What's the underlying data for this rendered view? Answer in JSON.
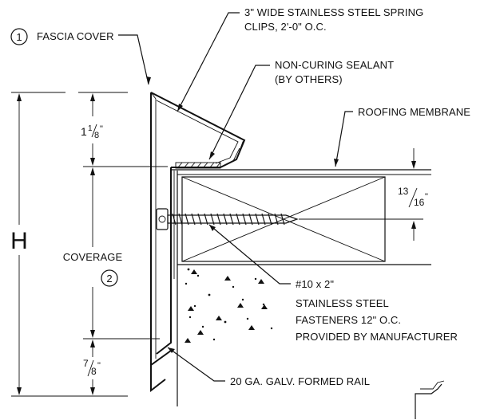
{
  "labels": {
    "callout_number_1": "1",
    "fascia_cover": "FASCIA COVER",
    "spring_clips_line1": "3\" WIDE STAINLESS STEEL SPRING",
    "spring_clips_line2": "CLIPS, 2'-0\" O.C.",
    "sealant_line1": "NON-CURING SEALANT",
    "sealant_line2": "(BY OTHERS)",
    "roofing_membrane": "ROOFING MEMBRANE",
    "dim_top_whole": "1",
    "dim_top_num": "1",
    "dim_top_den": "8",
    "dim_right_num": "13",
    "dim_right_den": "16",
    "dim_bottom_num": "7",
    "dim_bottom_den": "8",
    "inch_mark": "\"",
    "height_label": "H",
    "coverage": "COVERAGE",
    "callout_number_2": "2",
    "fastener_line1": "#10 x 2\"",
    "fastener_line2": "STAINLESS STEEL",
    "fastener_line3": "FASTENERS 12\" O.C.",
    "fastener_line4": "PROVIDED BY MANUFACTURER",
    "formed_rail": "20 GA. GALV. FORMED RAIL"
  },
  "colors": {
    "line": "#111111",
    "background": "#ffffff"
  }
}
